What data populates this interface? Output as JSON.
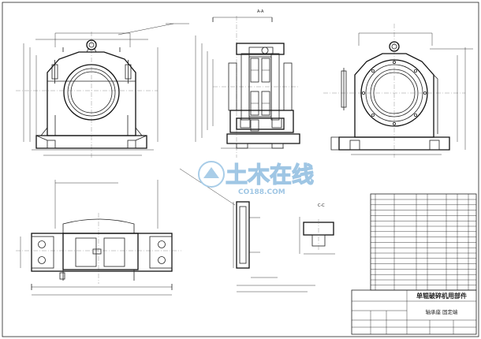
{
  "views": {
    "section_aa_label": "A-A",
    "section_cc_label": "C-C"
  },
  "title_block": {
    "main_title": "单辊破碎机用部件",
    "part_name": "轴承座 固定端"
  },
  "watermark": {
    "text": "土木在线",
    "sub": "CO188.COM",
    "accent_color": "#4a90c8"
  }
}
